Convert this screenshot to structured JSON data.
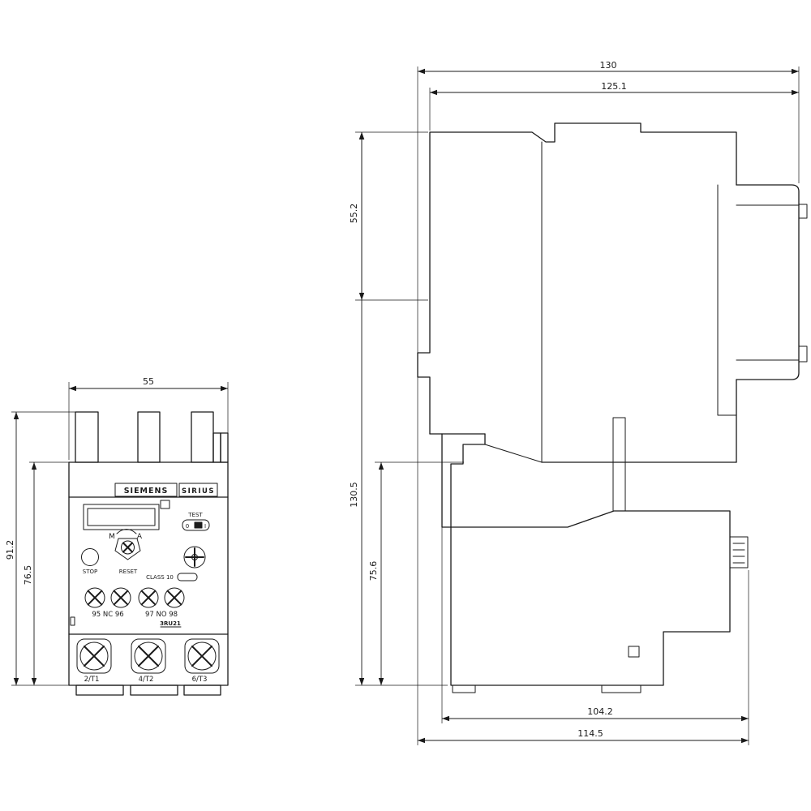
{
  "front_view": {
    "dimensions": {
      "width": "55",
      "height_total": "91.2",
      "height_body": "76.5"
    },
    "labels": {
      "brand": "SIEMENS",
      "series": "SIRIUS",
      "test": "TEST",
      "toggle_off": "0",
      "toggle_on": "I",
      "manual": "M",
      "auto": "A",
      "stop": "STOP",
      "reset": "RESET",
      "class_rating": "CLASS 10",
      "aux_nc": "95 NC 96",
      "aux_no": "97 NO 98",
      "model": "3RU21",
      "terminal_1": "2/T1",
      "terminal_2": "4/T2",
      "terminal_3": "6/T3"
    }
  },
  "side_view": {
    "dimensions": {
      "depth_total": "130",
      "depth_body": "125.1",
      "upper_height": "55.2",
      "total_height": "130.5",
      "lower_height": "75.6",
      "lower_depth": "104.2",
      "bottom_depth": "114.5"
    }
  },
  "colors": {
    "line": "#1a1a1a",
    "background": "#ffffff"
  }
}
